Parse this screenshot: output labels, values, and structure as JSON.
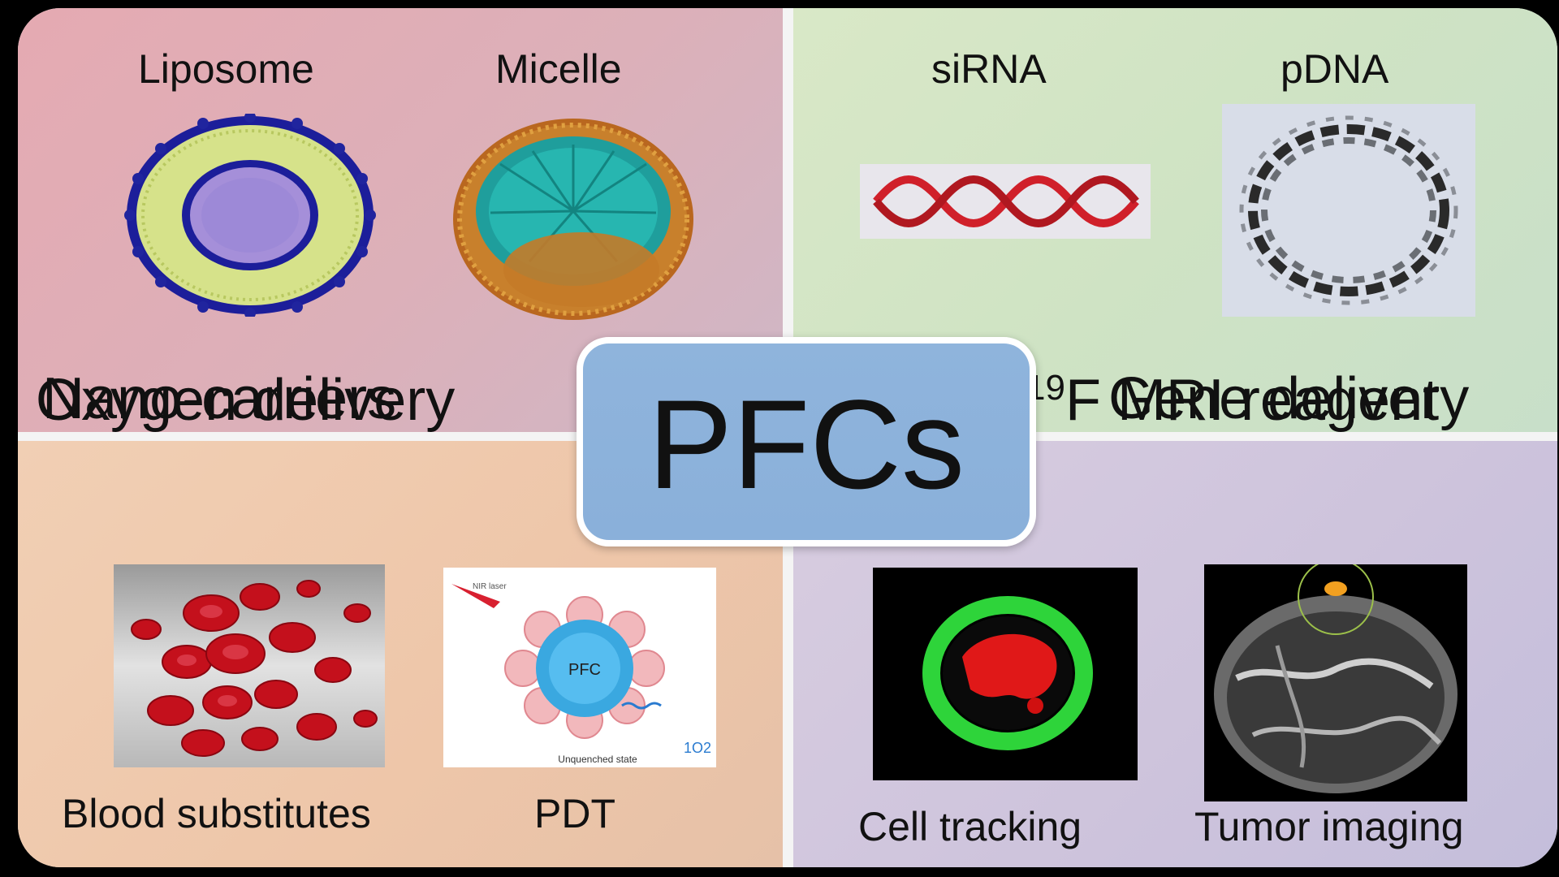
{
  "center": {
    "title": "PFCs"
  },
  "nano_carriers": {
    "heading": "Nano-carriers",
    "items": [
      {
        "label": "Liposome"
      },
      {
        "label": "Micelle"
      }
    ]
  },
  "gene_delivery": {
    "heading": "Gene delivery",
    "items": [
      {
        "label": "siRNA"
      },
      {
        "label": "pDNA"
      }
    ]
  },
  "oxygen_delivery": {
    "heading": "Oxygen delivery",
    "items": [
      {
        "label": "Blood substitutes"
      },
      {
        "label": "PDT"
      }
    ],
    "pdt_figure": {
      "core": "PFC",
      "caption": "Unquenched state",
      "laser": "NIR laser",
      "product": "1O2"
    }
  },
  "mri": {
    "heading_sup": "19",
    "heading_text": "F MRI reagent",
    "items": [
      {
        "label": "Cell tracking"
      },
      {
        "label": "Tumor imaging"
      }
    ]
  },
  "colors": {
    "nano_bg": "#e1adb6",
    "gene_bg": "#d3e5c6",
    "oxygen_bg": "#efcaae",
    "mri_bg": "#d0c6de",
    "center_box": "#8cb2db"
  }
}
